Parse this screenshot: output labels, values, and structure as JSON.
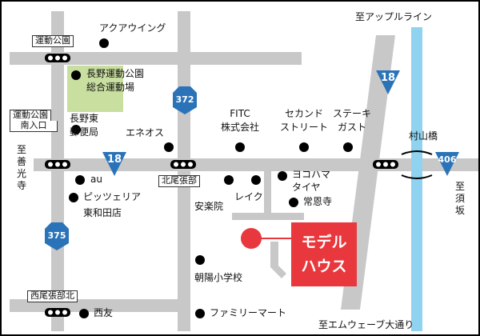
{
  "colors": {
    "road": "#c8c8c8",
    "river": "#8fd3f0",
    "park": "#c9dfa0",
    "shield": "#2b73b8",
    "model": "#e8383d"
  },
  "labels": {
    "to_apple_line": "至アップルライン",
    "undo_koen_box": "運動公園",
    "aquawing": "アクアウイング",
    "park_line1": "長野運動公園",
    "park_line2": "総合運動場",
    "route_372": "372",
    "route_18_top": "18",
    "route_18_mid": "18",
    "route_406": "406",
    "route_375": "375",
    "undo_minami_line1": "運動公園",
    "undo_minami_line2": "南入口",
    "post_line1": "長野東",
    "post_line2": "郵便局",
    "eneos": "エネオス",
    "fitc_line1": "FITC",
    "fitc_line2": "株式会社",
    "second_line1": "セカンド",
    "second_line2": "ストリート",
    "steak_line1": "ステーキ",
    "steak_line2": "ガスト",
    "murayama": "村山橋",
    "to_zenkoji": "至善光寺",
    "au": "au",
    "kitaobari": "北尾張部",
    "reik": "レイク",
    "yokohama_line1": "ヨコハマ",
    "yokohama_line2": "タイヤ",
    "joonji": "常恩寺",
    "to_suzaka": "至須坂",
    "pizzeria_line1": "ピッツェリア",
    "pizzeria_line2": "東和田店",
    "anrakuin": "安楽院",
    "model_line1": "モデル",
    "model_line2": "ハウス",
    "asahi_school": "朝陽小学校",
    "nishiobari_kita": "西尾張部北",
    "nishitomo": "西友",
    "familymart": "ファミリーマート",
    "to_mwave": "至エムウェーブ大通り"
  }
}
